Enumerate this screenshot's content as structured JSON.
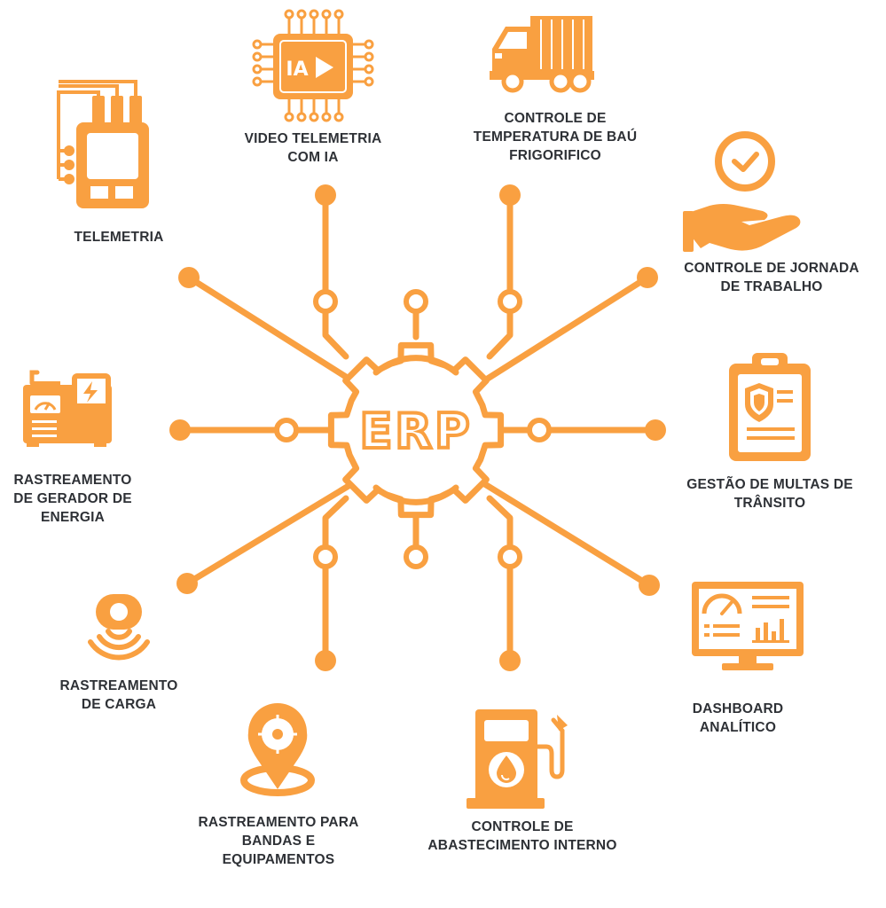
{
  "center": {
    "label": "ERP"
  },
  "modules": [
    {
      "id": "telemetria",
      "icon": "telemetry-device-icon",
      "lines": [
        "TELEMETRIA"
      ]
    },
    {
      "id": "video-telemetria",
      "icon": "ai-chip-icon",
      "icon_text": "IA",
      "lines": [
        "VIDEO TELEMETRIA",
        "COM IA"
      ]
    },
    {
      "id": "temperatura-bau",
      "icon": "refrigerated-truck-icon",
      "lines": [
        "CONTROLE DE",
        "TEMPERATURA DE BAÚ",
        "FRIGORIFICO"
      ]
    },
    {
      "id": "jornada",
      "icon": "hand-clock-icon",
      "lines": [
        "CONTROLE DE JORNADA",
        "DE TRABALHO"
      ]
    },
    {
      "id": "multas",
      "icon": "clipboard-shield-icon",
      "lines": [
        "GESTÃO DE MULTAS DE",
        "TRÂNSITO"
      ]
    },
    {
      "id": "dashboard",
      "icon": "dashboard-monitor-icon",
      "lines": [
        "DASHBOARD",
        "ANALÍTICO"
      ]
    },
    {
      "id": "abastecimento",
      "icon": "fuel-pump-icon",
      "lines": [
        "CONTROLE DE",
        "ABASTECIMENTO INTERNO"
      ]
    },
    {
      "id": "bandas",
      "icon": "location-pin-icon",
      "lines": [
        "RASTREAMENTO PARA",
        "BANDAS E",
        "EQUIPAMENTOS"
      ]
    },
    {
      "id": "carga",
      "icon": "cargo-tracker-icon",
      "lines": [
        "RASTREAMENTO",
        "DE CARGA"
      ]
    },
    {
      "id": "gerador",
      "icon": "generator-icon",
      "lines": [
        "RASTREAMENTO",
        "DE GERADOR DE",
        "ENERGIA"
      ]
    }
  ],
  "colors": {
    "accent": "#f9a041",
    "text": "#2e3136",
    "background": "#ffffff"
  }
}
